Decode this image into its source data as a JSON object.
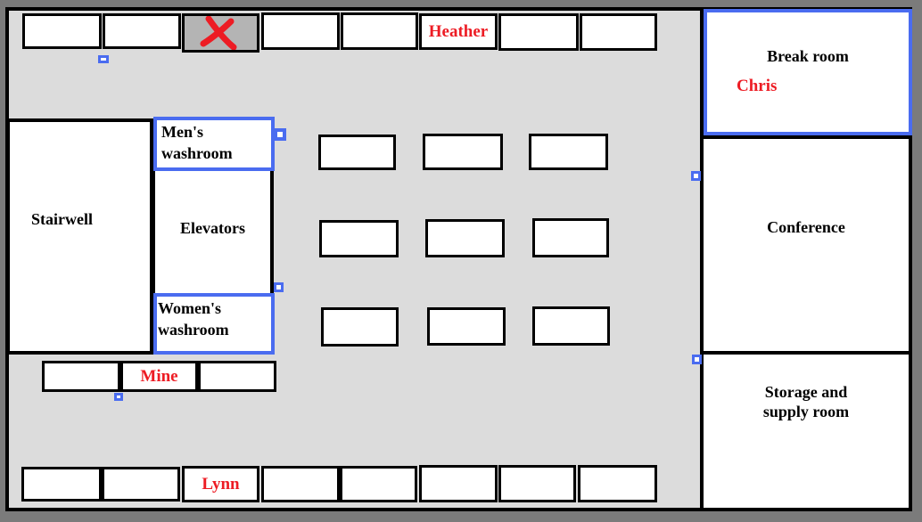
{
  "colors": {
    "floor": "#dcdcdc",
    "frame": "#7b7b7b",
    "room_fill": "#ffffff",
    "outline": "#000000",
    "marked_desk_fill": "#b4b4b4",
    "name_red": "#ed1c24",
    "selection_blue": "#4a6cf0"
  },
  "rooms": {
    "break_room": {
      "label": "Break room",
      "occupant": "Chris"
    },
    "conference": {
      "label": "Conference"
    },
    "storage": {
      "label": "Storage and\nsupply room"
    },
    "stairwell": {
      "label": "Stairwell"
    },
    "elevators": {
      "label": "Elevators"
    },
    "mens_washroom": {
      "label": "Men's\nwashroom"
    },
    "womens_washroom": {
      "label": "Women's\nwashroom"
    }
  },
  "desks": {
    "top_row_occupant": "Heather",
    "mine_row_occupant": "Mine",
    "bottom_row_occupant": "Lynn"
  },
  "icons": {
    "x_mark": "red crossed-out X over third desk of top row"
  }
}
